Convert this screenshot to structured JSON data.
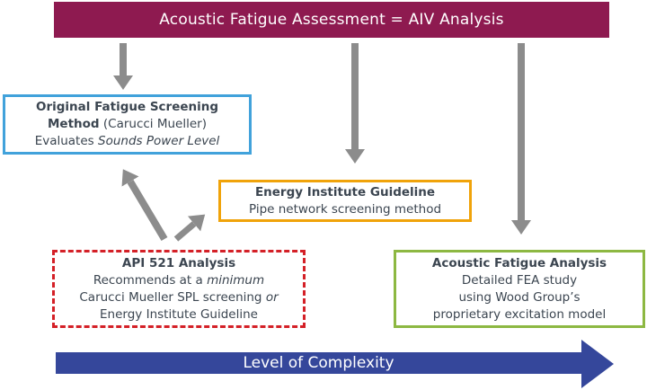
{
  "header": {
    "title": "Acoustic Fatigue Assessment = AIV Analysis",
    "bg_color": "#8E1A50"
  },
  "boxes": {
    "original_screening": {
      "title": "Original Fatigue Screening Method",
      "title_note": "(Carucci Mueller)",
      "body_prefix": "Evaluates",
      "body_italic": "Sounds Power Level",
      "border_color": "#41A2DB"
    },
    "energy_institute": {
      "title": "Energy Institute Guideline",
      "body": "Pipe network screening method",
      "border_color": "#F0A30A"
    },
    "api521": {
      "title": "API 521 Analysis",
      "line1_prefix": "Recommends at a",
      "line1_italic": "minimum",
      "line2_prefix": "Carucci Mueller SPL screening",
      "line2_italic": "or",
      "line3": "Energy Institute Guideline",
      "border_color": "#D42027",
      "border_style": "dashed"
    },
    "acoustic_fatigue": {
      "title": "Acoustic Fatigue Analysis",
      "line1": "Detailed FEA study",
      "line2": "using Wood Group’s",
      "line3": "proprietary excitation model",
      "border_color": "#8DB842"
    }
  },
  "complexity_arrow": {
    "label": "Level of Complexity",
    "color": "#35479B"
  },
  "colors": {
    "arrow_gray": "#8C8C8C",
    "text": "#3B4550",
    "background": "#FFFFFF"
  }
}
